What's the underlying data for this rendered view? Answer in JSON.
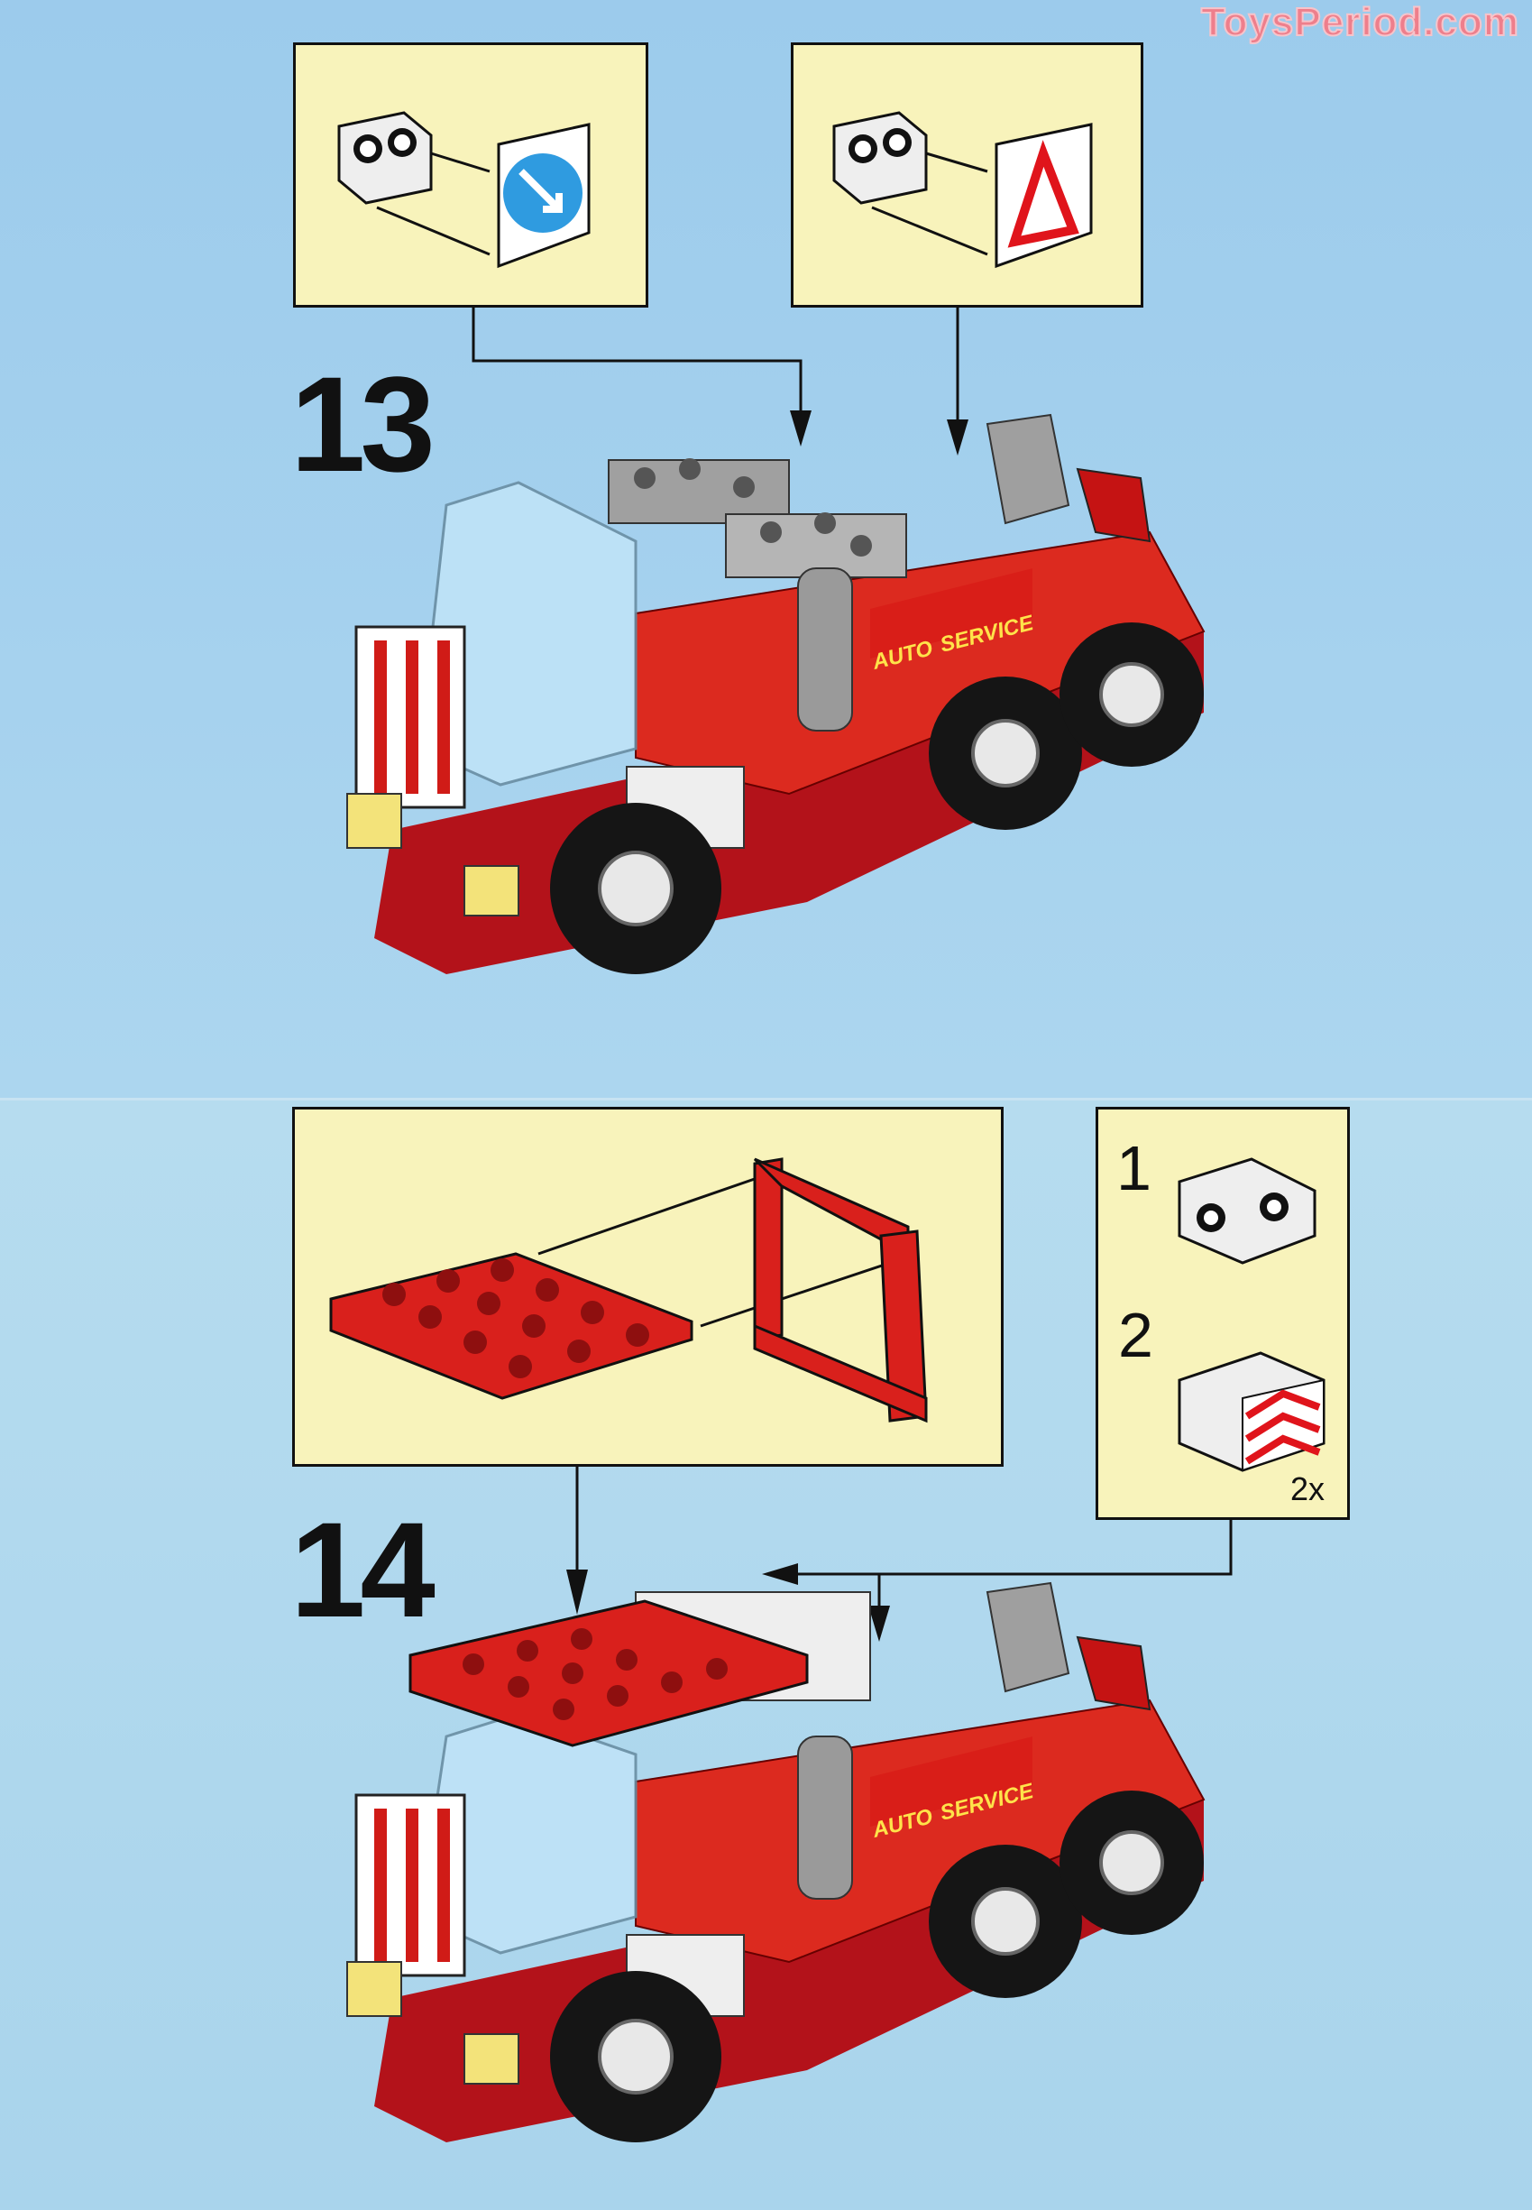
{
  "watermark": "ToysPeriod.com",
  "steps": [
    {
      "number": "13",
      "sticker": {
        "left": "AUTO",
        "right": "SERVICE"
      }
    },
    {
      "number": "14",
      "sticker": {
        "left": "AUTO",
        "right": "SERVICE"
      }
    }
  ],
  "subassembly": [
    {
      "number": "1"
    },
    {
      "number": "2",
      "quantity": "2x"
    }
  ],
  "colors": {
    "background": "#a9d3ee",
    "callout": "#f8f3bb",
    "brick_red": "#d9201c",
    "sign_blue": "#2f9be0"
  }
}
